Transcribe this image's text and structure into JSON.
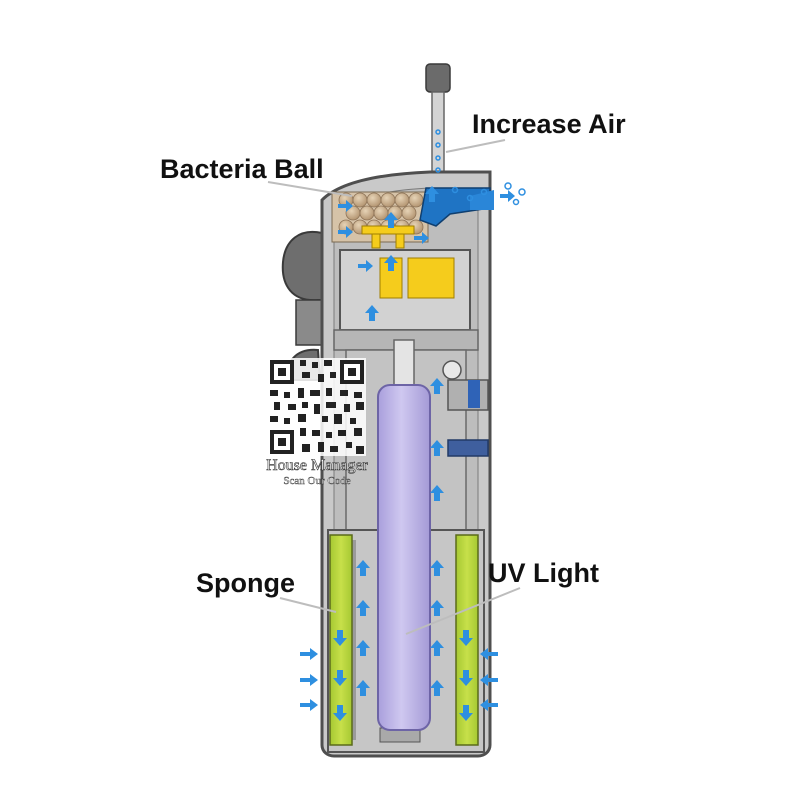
{
  "labels": {
    "increase_air": "Increase Air",
    "bacteria_ball": "Bacteria Ball",
    "sponge": "Sponge",
    "uv_light": "UV Light"
  },
  "watermark": {
    "title": "House Manager",
    "subtitle": "Scan Our Code"
  },
  "colors": {
    "housing": "#c9c9c9",
    "housing_outline": "#5a5a5a",
    "sponge": "#b8d43a",
    "uv_tube": "#bdb4e6",
    "bacteria_ball": "#c8ad8c",
    "impeller": "#f5cc1c",
    "air_outlet": "#1f74c4",
    "flow_arrow": "#2e8fe0"
  }
}
